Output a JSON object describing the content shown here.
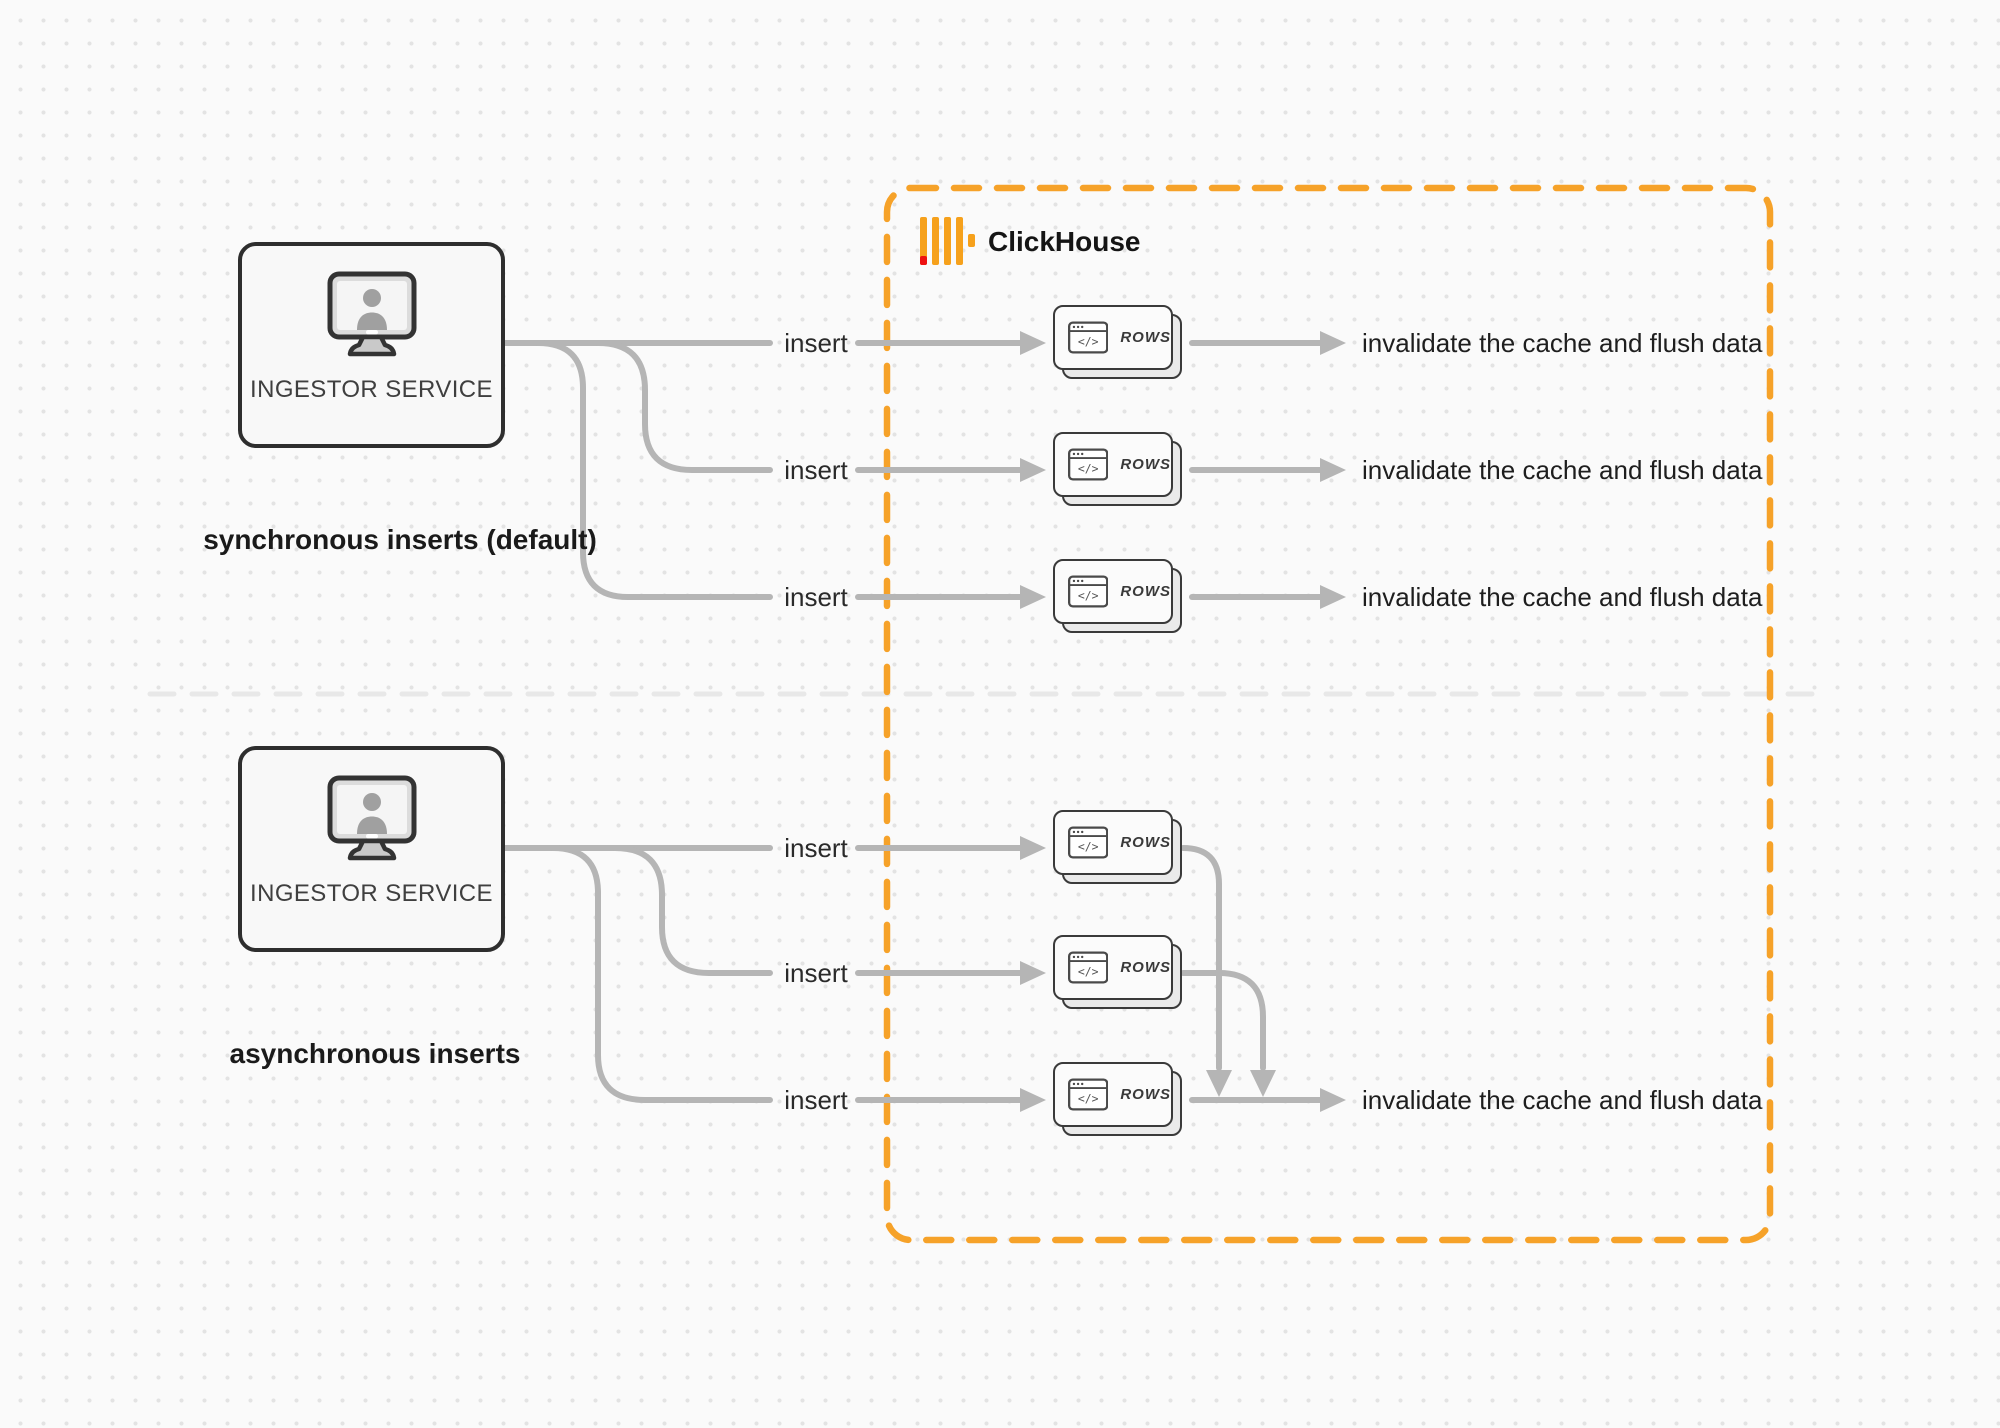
{
  "diagram": {
    "clickhouse": {
      "name": "ClickHouse"
    },
    "glyphs": {
      "code": "</>"
    },
    "colors": {
      "accent_orange": "#F6A229",
      "logo_red": "#EE1111",
      "connector_gray": "#B5B5B5",
      "box_border_dark": "#2E2E2E"
    },
    "sync": {
      "caption": "synchronous inserts (default)",
      "source": {
        "label": "INGESTOR SERVICE"
      },
      "rows": [
        {
          "insert": "insert",
          "card": "ROWS",
          "result": "invalidate the cache and flush data"
        },
        {
          "insert": "insert",
          "card": "ROWS",
          "result": "invalidate the cache and flush data"
        },
        {
          "insert": "insert",
          "card": "ROWS",
          "result": "invalidate the cache and flush data"
        }
      ]
    },
    "async": {
      "caption": "asynchronous inserts",
      "source": {
        "label": "INGESTOR SERVICE"
      },
      "rows": [
        {
          "insert": "insert",
          "card": "ROWS"
        },
        {
          "insert": "insert",
          "card": "ROWS"
        },
        {
          "insert": "insert",
          "card": "ROWS"
        }
      ],
      "result": "invalidate the cache and flush data"
    }
  }
}
